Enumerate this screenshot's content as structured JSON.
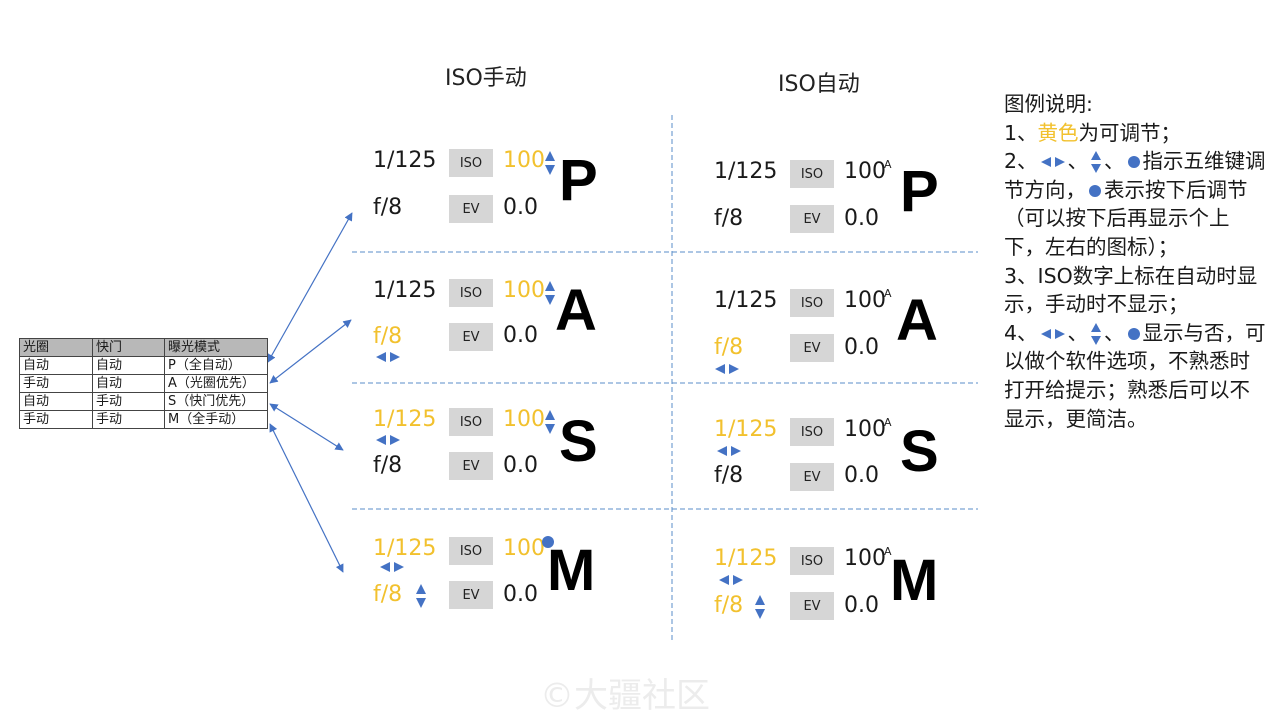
{
  "columns": {
    "manual": "ISO手动",
    "auto": "ISO自动"
  },
  "mode_table": {
    "headers": [
      "光圈",
      "快门",
      "曝光模式"
    ],
    "rows": [
      [
        "自动",
        "自动",
        "P（全自动）"
      ],
      [
        "手动",
        "自动",
        "A（光圈优先）"
      ],
      [
        "自动",
        "手动",
        "S（快门优先）"
      ],
      [
        "手动",
        "手动",
        "M（全手动）"
      ]
    ]
  },
  "panel_common": {
    "iso_btn": "ISO",
    "ev_btn": "EV",
    "ev_value": "0.0",
    "auto_mark": "A"
  },
  "panels": [
    {
      "mode": "P",
      "shutter": "1/125",
      "aperture": "f/8",
      "iso": "100"
    },
    {
      "mode": "A",
      "shutter": "1/125",
      "aperture": "f/8",
      "iso": "100"
    },
    {
      "mode": "S",
      "shutter": "1/125",
      "aperture": "f/8",
      "iso": "100"
    },
    {
      "mode": "M",
      "shutter": "1/125",
      "aperture": "f/8",
      "iso": "100"
    }
  ],
  "legend": {
    "title": "图例说明:",
    "l1_pre": "1、",
    "l1_hl": "黄色",
    "l1_post": "为可调节；",
    "l2_pre": "2、",
    "l2_sep1": "、",
    "l2_sep2": "、",
    "l2_mid": "指示五维键调节方向，",
    "l2_post": "表示按下后调节（可以按下后再显示个上下，左右的图标）；",
    "l3": "3、ISO数字上标在自动时显示，手动时不显示；",
    "l4_pre": "4、",
    "l4_sep1": "、",
    "l4_sep2": "、",
    "l4_post": "显示与否，可以做个软件选项，不熟悉时打开给提示；熟悉后可以不显示，更简洁。"
  },
  "icons": {
    "left_right": "left-right-arrows-icon",
    "up_down": "up-down-arrows-icon",
    "press": "press-dot-icon"
  },
  "colors": {
    "adjustable": "#f2c12e",
    "icon": "#4472c4",
    "button": "#d6d6d6",
    "divider": "#5a8ec9"
  },
  "watermark": "©大疆社区"
}
